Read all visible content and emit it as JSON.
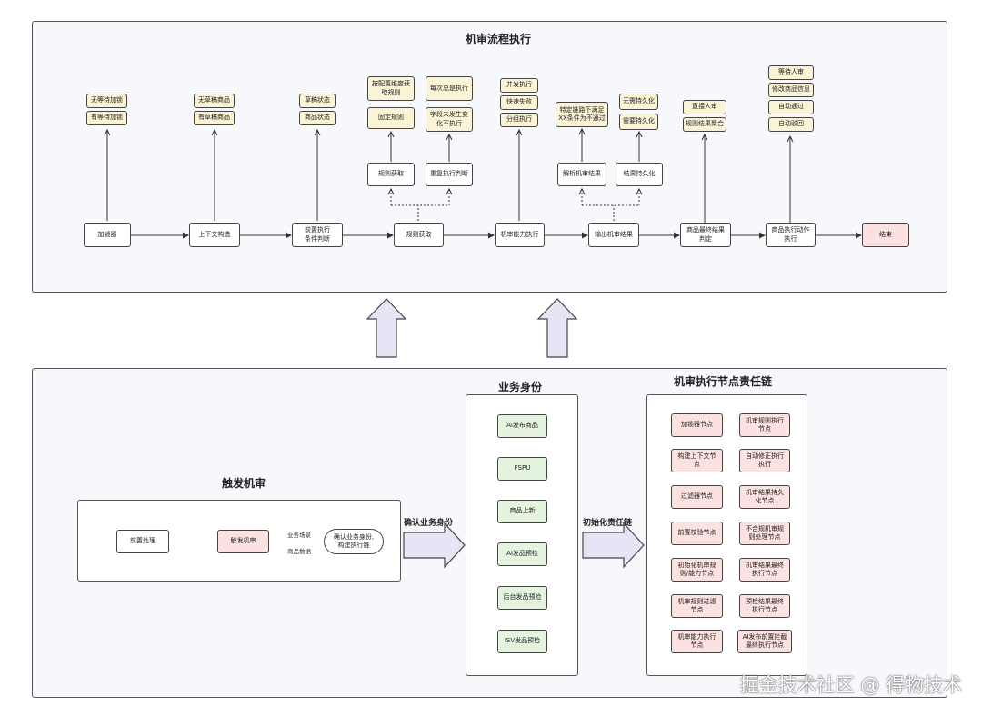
{
  "top": {
    "title": "机审流程执行",
    "main": [
      "加锁器",
      "上下文构造",
      "前置执行\n条件判断",
      "规则获取",
      "机审能力执行",
      "输出机审结果",
      "商品最终结果\n判定",
      "商品执行动作\n执行",
      "结束"
    ],
    "tags": {
      "lock": [
        "无等待加锁",
        "有等待加锁"
      ],
      "context": [
        "无草稿商品",
        "有草稿商品"
      ],
      "precond": [
        "草稿状态",
        "商品状态"
      ],
      "rule_a": [
        "按配置维度获\n取规则",
        "固定规则"
      ],
      "rule_b": [
        "每次总是执行",
        "字段未发生变\n化不执行"
      ],
      "ability": [
        "并发执行",
        "快速失败",
        "分组执行"
      ],
      "output_a": [
        "特定链路下满足\nXX条件为不通过"
      ],
      "output_b": [
        "无需持久化",
        "需要持久化"
      ],
      "final": [
        "直接人审",
        "规则结果聚合"
      ],
      "action": [
        "等待人审",
        "修改商品信息",
        "自动通过",
        "自动驳回"
      ]
    },
    "sub": [
      "规则获取",
      "重复执行判断",
      "解析机审结果",
      "结果持久化"
    ]
  },
  "bottom": {
    "trigger": {
      "title": "触发机审",
      "pre": "前置处理",
      "trigger": "触发机审",
      "label1": "业务场景",
      "label2": "商品数据",
      "confirm": "确认业务身份,\n构建执行链"
    },
    "arrow1": "确认业务身份",
    "arrow2": "初始化责任链",
    "biz": {
      "title": "业务身份",
      "items": [
        "AI发布商品",
        "FSPU",
        "商品上新",
        "AI发品预检",
        "后台发品预检",
        "ISV发品预检"
      ]
    },
    "chain": {
      "title": "机审执行节点责任链",
      "left": [
        "加锁器节点",
        "构建上下文节\n点",
        "过滤器节点",
        "前置校验节点",
        "初始化机审规\n则/能力节点",
        "机审规则过滤\n节点",
        "机审能力执行\n节点"
      ],
      "right": [
        "机审规则执行\n节点",
        "自动修正执行\n执行",
        "机审结果持久\n化节点",
        "不合规机审规\n则处理节点",
        "机审结果最终\n执行节点",
        "预检结果最终\n执行节点",
        "AI发布前置拦截\n最终执行节点"
      ]
    }
  },
  "watermark": "掘金技术社区 @ 得物技术",
  "colors": {
    "tag": "#fbf3d5",
    "pink": "#fbe1df",
    "green": "#e5f4df",
    "arrow": "#e8e4f6"
  }
}
